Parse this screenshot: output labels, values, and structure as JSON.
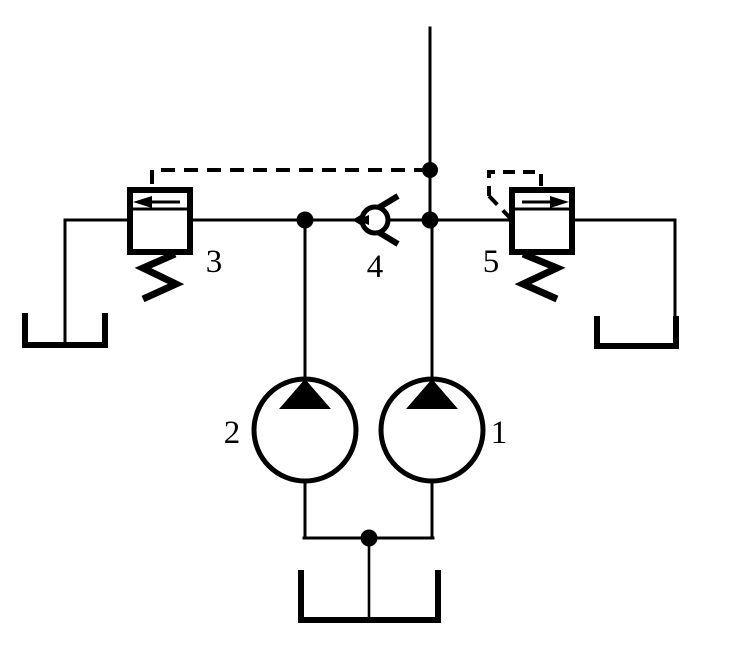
{
  "diagram": {
    "title": "Hydraulic circuit schematic",
    "type": "hydraulic-schematic",
    "background_color": "#ffffff",
    "line_color": "#000000",
    "labels": {
      "pump_1": "1",
      "pump_2": "2",
      "valve_3": "3",
      "check_valve_4": "4",
      "valve_5": "5"
    },
    "components": [
      {
        "id": "1",
        "name": "pump-1",
        "symbol": "fixed-displacement-pump",
        "label": "1",
        "label_position": "right"
      },
      {
        "id": "2",
        "name": "pump-2",
        "symbol": "fixed-displacement-pump",
        "label": "2",
        "label_position": "left"
      },
      {
        "id": "3",
        "name": "pilot-operated-relief-valve-3",
        "symbol": "pressure-relief-valve-spring-loaded-pilot-operated",
        "label": "3",
        "arrow_direction": "left",
        "label_position": "right"
      },
      {
        "id": "4",
        "name": "check-valve-4",
        "symbol": "check-valve-ball-and-seat",
        "label": "4",
        "arrow_direction": "left",
        "label_position": "below"
      },
      {
        "id": "5",
        "name": "pilot-operated-relief-valve-5",
        "symbol": "pressure-relief-valve-spring-loaded-pilot-operated",
        "label": "5",
        "arrow_direction": "right",
        "label_position": "left"
      }
    ],
    "reservoirs": [
      {
        "name": "reservoir-left",
        "symbol": "open-tank"
      },
      {
        "name": "reservoir-right",
        "symbol": "open-tank"
      },
      {
        "name": "reservoir-bottom",
        "symbol": "open-tank"
      }
    ],
    "junction_dots": 4,
    "pilot_lines": 2,
    "pilot_line_style": "dashed"
  }
}
